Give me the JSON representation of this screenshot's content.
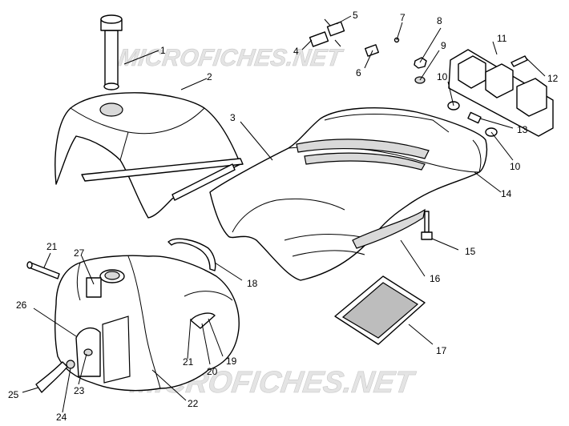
{
  "watermark_top": "MICROFICHES.NET",
  "watermark_bottom": "MICROFICHES.NET",
  "callouts": {
    "c1": "1",
    "c2": "2",
    "c3": "3",
    "c4": "4",
    "c5": "5",
    "c6": "6",
    "c7": "7",
    "c8": "8",
    "c9": "9",
    "c10a": "10",
    "c10b": "10",
    "c11": "11",
    "c12": "12",
    "c13": "13",
    "c14": "14",
    "c15": "15",
    "c16": "16",
    "c17": "17",
    "c18": "18",
    "c19": "19",
    "c20": "20",
    "c21a": "21",
    "c21b": "21",
    "c22": "22",
    "c23": "23",
    "c24": "24",
    "c25": "25",
    "c26": "26",
    "c27": "27"
  }
}
